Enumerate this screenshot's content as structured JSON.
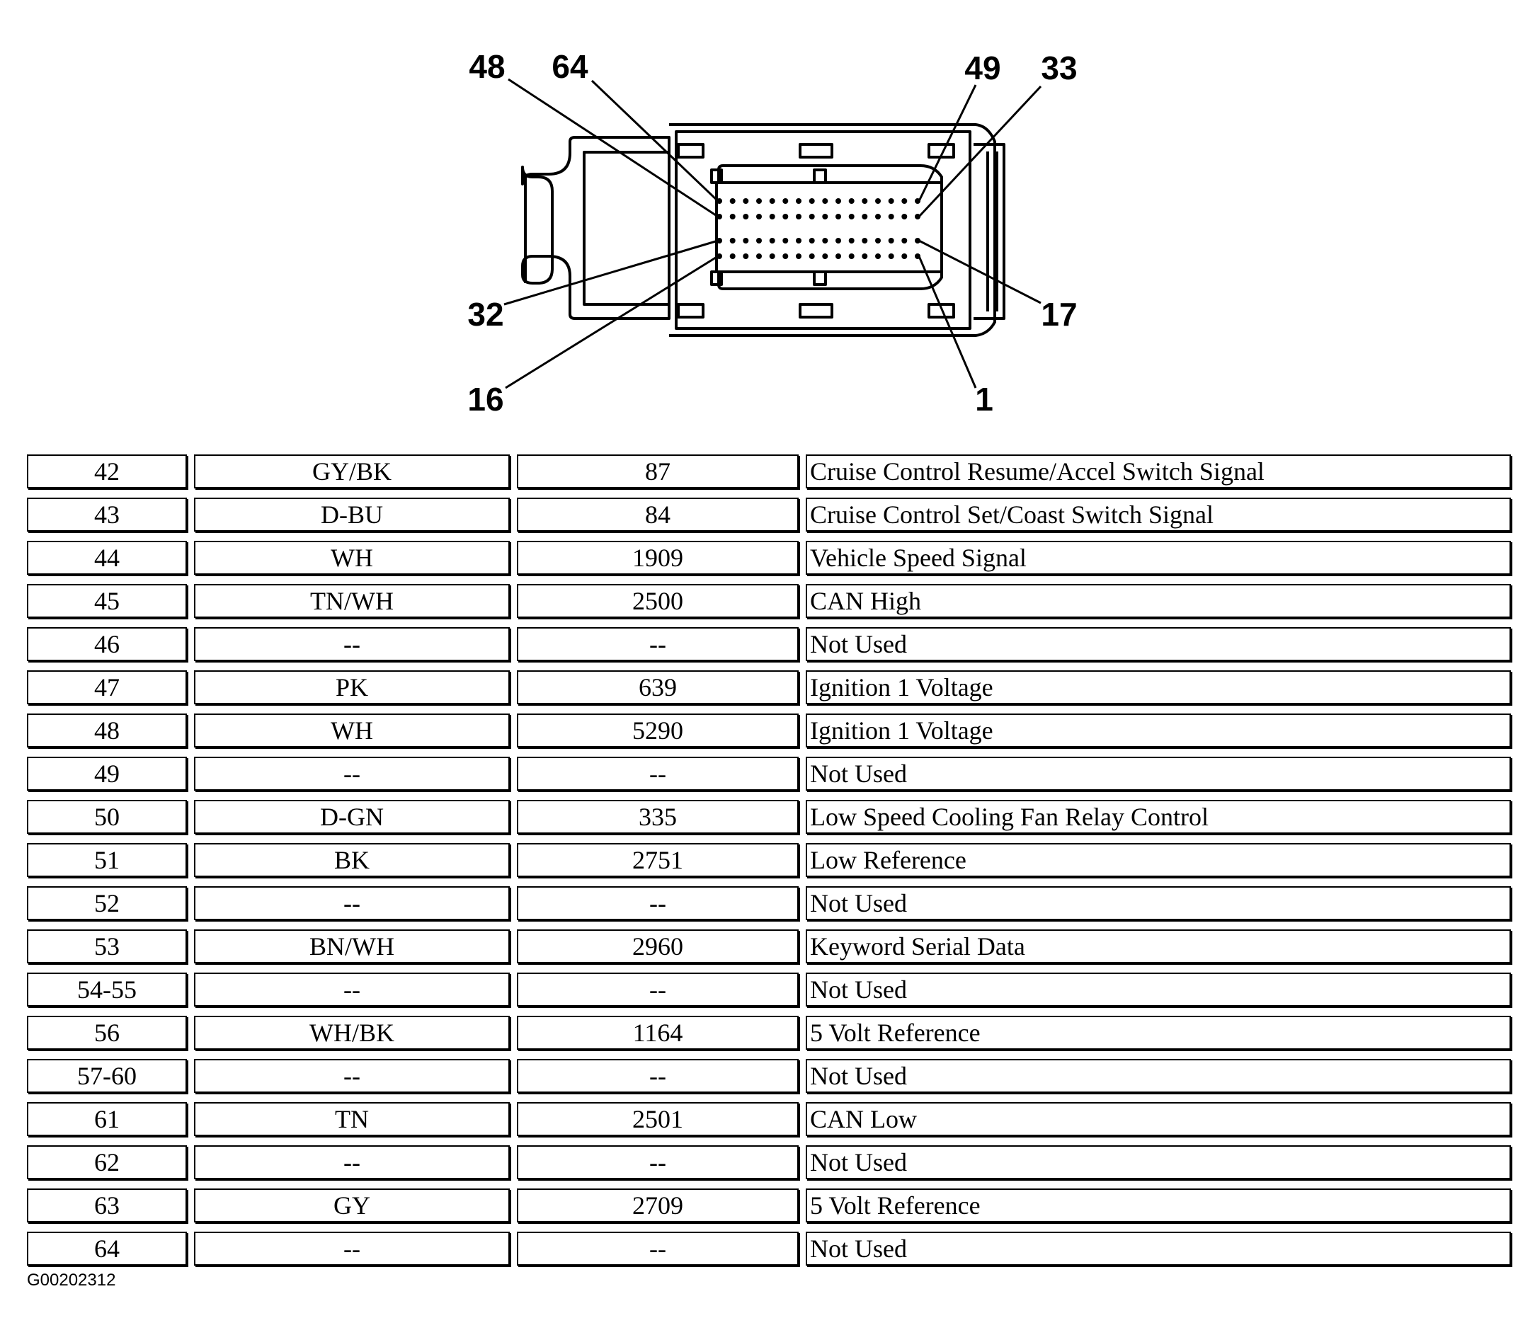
{
  "connector": {
    "pin_labels": [
      "48",
      "64",
      "49",
      "33",
      "32",
      "17",
      "16",
      "1"
    ]
  },
  "pin_table": {
    "rows": [
      {
        "pin": "42",
        "wire_color": "GY/BK",
        "circuit": "87",
        "function": "Cruise Control Resume/Accel Switch Signal"
      },
      {
        "pin": "43",
        "wire_color": "D-BU",
        "circuit": "84",
        "function": "Cruise Control Set/Coast Switch Signal"
      },
      {
        "pin": "44",
        "wire_color": "WH",
        "circuit": "1909",
        "function": "Vehicle Speed Signal"
      },
      {
        "pin": "45",
        "wire_color": "TN/WH",
        "circuit": "2500",
        "function": "CAN High"
      },
      {
        "pin": "46",
        "wire_color": "--",
        "circuit": "--",
        "function": "Not Used"
      },
      {
        "pin": "47",
        "wire_color": "PK",
        "circuit": "639",
        "function": "Ignition 1 Voltage"
      },
      {
        "pin": "48",
        "wire_color": "WH",
        "circuit": "5290",
        "function": "Ignition 1 Voltage"
      },
      {
        "pin": "49",
        "wire_color": "--",
        "circuit": "--",
        "function": "Not Used"
      },
      {
        "pin": "50",
        "wire_color": "D-GN",
        "circuit": "335",
        "function": "Low Speed Cooling Fan Relay Control"
      },
      {
        "pin": "51",
        "wire_color": "BK",
        "circuit": "2751",
        "function": "Low Reference"
      },
      {
        "pin": "52",
        "wire_color": "--",
        "circuit": "--",
        "function": "Not Used"
      },
      {
        "pin": "53",
        "wire_color": "BN/WH",
        "circuit": "2960",
        "function": "Keyword Serial Data"
      },
      {
        "pin": "54-55",
        "wire_color": "--",
        "circuit": "--",
        "function": "Not Used"
      },
      {
        "pin": "56",
        "wire_color": "WH/BK",
        "circuit": "1164",
        "function": "5 Volt Reference"
      },
      {
        "pin": "57-60",
        "wire_color": "--",
        "circuit": "--",
        "function": "Not Used"
      },
      {
        "pin": "61",
        "wire_color": "TN",
        "circuit": "2501",
        "function": "CAN Low"
      },
      {
        "pin": "62",
        "wire_color": "--",
        "circuit": "--",
        "function": "Not Used"
      },
      {
        "pin": "63",
        "wire_color": "GY",
        "circuit": "2709",
        "function": "5 Volt Reference"
      },
      {
        "pin": "64",
        "wire_color": "--",
        "circuit": "--",
        "function": "Not Used"
      }
    ]
  },
  "figure_id": "G00202312"
}
